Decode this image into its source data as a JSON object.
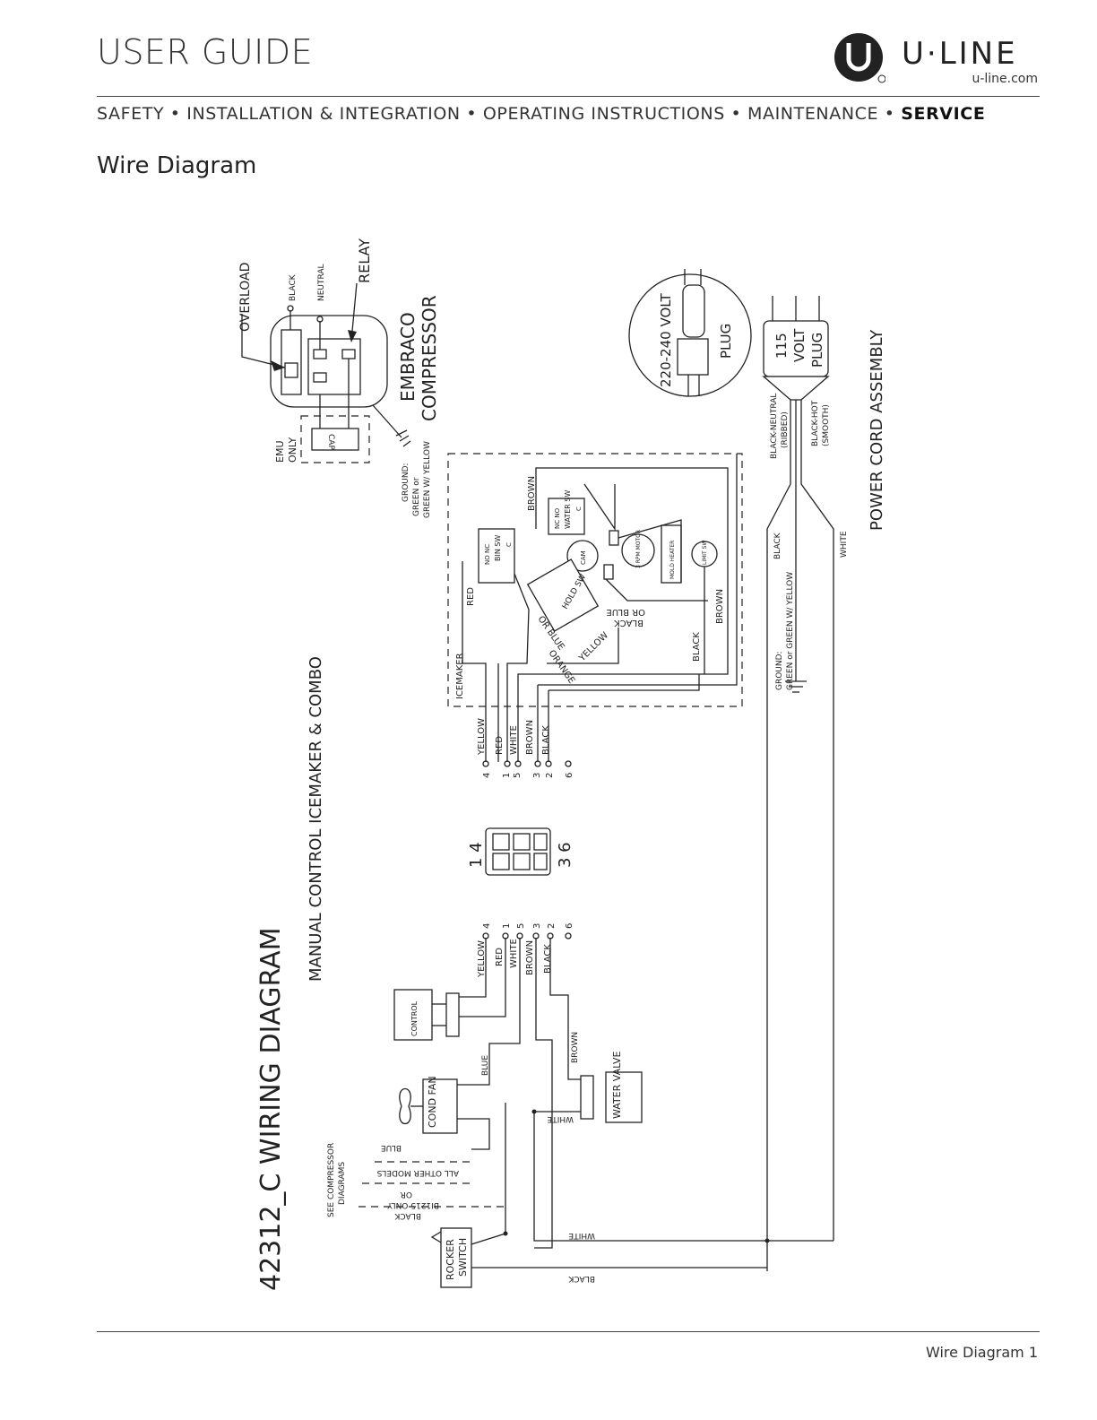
{
  "header": {
    "title": "USER GUIDE",
    "brand": "U·LINE",
    "brand_url": "u-line.com",
    "nav_items": [
      "SAFETY",
      "INSTALLATION & INTEGRATION",
      "OPERATING INSTRUCTIONS",
      "MAINTENANCE"
    ],
    "nav_separator": "•",
    "nav_active": "SERVICE"
  },
  "section_title": "Wire Diagram",
  "footer": {
    "page_label": "Wire Diagram 1"
  },
  "diagram": {
    "title": "42312_C WIRING DIAGRAM",
    "subtitle": "MANUAL CONTROL ICEMAKER & COMBO",
    "labels": {
      "overload": "OVERLOAD",
      "black": "BLACK",
      "neutral": "NEUTRAL",
      "relay": "RELAY",
      "embraco": "EMBRACO",
      "compressor": "COMPRESSOR",
      "cap": "CAP",
      "emu": "EMU",
      "only": "ONLY",
      "ground": "GROUND:",
      "green_or": "GREEN or",
      "green_yellow": "GREEN W/ YELLOW",
      "plug_220": "220-240 VOLT",
      "plug": "PLUG",
      "plug_115": "115",
      "volt": "VOLT",
      "black_neutral": "BLACK-NEUTRAL",
      "ribbed": "(RIBBED)",
      "black_hot": "BLACK-HOT",
      "smooth": "(SMOOTH)",
      "power_cord": "POWER CORD ASSEMBLY",
      "white": "WHITE",
      "ground_full": "GREEN or GREEN W/ YELLOW",
      "brown": "BROWN",
      "red": "RED",
      "yellow": "YELLOW",
      "orange": "ORANGE",
      "or_blue": "OR BLUE",
      "icemaker": "ICEMAKER",
      "bin_sw": "BIN SW",
      "water_sw": "WATER SW",
      "nc_no": "NC  NO",
      "no_nc": "NO  NC",
      "c": "C",
      "cam": "CAM",
      "hold_sw": "HOLD SW",
      "motor": "3 RPM MOTOR",
      "mold_heater": "MOLD HEATER",
      "limit_sw": "LIMIT SW",
      "control": "CONTROL",
      "cond_fan": "COND FAN",
      "water_valve": "WATER VALVE",
      "blue": "BLUE",
      "see_comp": "SEE COMPRESSOR",
      "diagrams": "DIAGRAMS",
      "all_other": "ALL OTHER MODELS",
      "or": "OR",
      "bi1215": "BI1215 ONLY",
      "rocker": "ROCKER",
      "switch": "SWITCH",
      "con_pins_top": "1  4",
      "con_pins_bot": "3  6"
    },
    "pins_top": [
      {
        "num": "4",
        "wire": "YELLOW"
      },
      {
        "num": "1",
        "wire": "RED"
      },
      {
        "num": "5",
        "wire": "WHITE"
      },
      {
        "num": "3",
        "wire": "BROWN"
      },
      {
        "num": "2",
        "wire": "BLACK"
      },
      {
        "num": "6",
        "wire": ""
      }
    ],
    "pins_bottom": [
      {
        "num": "4",
        "wire": "YELLOW"
      },
      {
        "num": "1",
        "wire": "RED"
      },
      {
        "num": "5",
        "wire": "WHITE"
      },
      {
        "num": "3",
        "wire": "BROWN"
      },
      {
        "num": "2",
        "wire": "BLACK"
      },
      {
        "num": "6",
        "wire": ""
      }
    ]
  }
}
